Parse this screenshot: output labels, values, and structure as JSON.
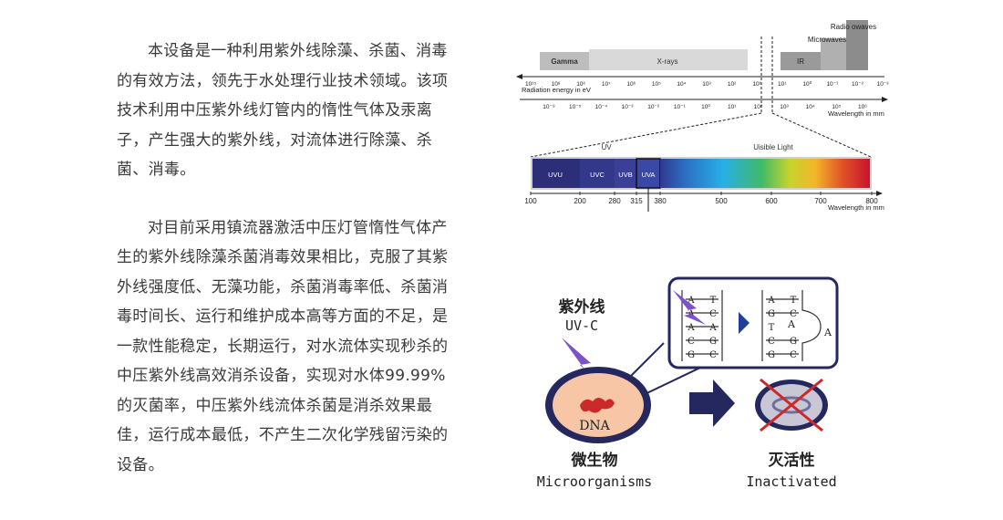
{
  "paragraphs": [
    "本设备是一种利用紫外线除藻、杀菌、消毒的有效方法，领先于水处理行业技术领域。该项技术利用中压紫外线灯管内的惰性气体及汞离子，产生强大的紫外线，对流体进行除藻、杀菌、消毒。",
    "对目前采用镇流器激活中压灯管惰性气体产生的紫外线除藻杀菌消毒效果相比，克服了其紫外线强度低、无藻功能，杀菌消毒率低、杀菌消毒时间长、运行和维护成本高等方面的不足，是一款性能稳定，长期运行，对水流体实现秒杀的中压紫外线高效消杀设备，实现对水体99.99%的灭菌率，中压紫外线流体杀菌是消杀效果最佳，运行成本最低，不产生二次化学残留污染的设备。"
  ],
  "spectrum": {
    "bands": [
      "Gamma",
      "X-rays",
      "IR",
      "Microwaves",
      "Radio owaves"
    ],
    "energy_ticks": [
      "10¹⁵",
      "10⁸",
      "10⁶",
      "10⁷",
      "10⁶",
      "10⁵",
      "10⁴",
      "10³",
      "10²",
      "10¹",
      "10¹",
      "10⁰",
      "10⁻¹",
      "10⁻²",
      "10⁻³"
    ],
    "energy_label": "Radiation energy in eV",
    "wavelength_ticks": [
      "10⁻⁸",
      "10⁻⁵",
      "10⁻⁴",
      "10⁻³",
      "10⁻²",
      "10⁻¹",
      "10⁰",
      "10¹",
      "10²",
      "10³",
      "10⁴",
      "10⁵",
      "10⁶"
    ],
    "wavelength_label": "Wavelength in mm",
    "uv_label": "UV",
    "visible_label": "Uisible Light",
    "segments": [
      "UVU",
      "UVC",
      "UVB",
      "UVA"
    ],
    "nm_ticks": [
      "100",
      "200",
      "280",
      "315",
      "380",
      "500",
      "600",
      "700",
      "800"
    ],
    "nm_label": "Wavelength in mm",
    "colors": {
      "uv_dark": "#2c2f78",
      "gamma": "#bdbdbd",
      "ir": "#9a9a9a"
    }
  },
  "uv_diagram": {
    "uv_cn": "紫外线",
    "uv_en": "UV-C",
    "dna_label": "DNA",
    "micro_cn": "微生物",
    "micro_en": "Microorganisms",
    "inact_cn": "灭活性",
    "inact_en": "Inactivated",
    "strand_left_a": [
      "A",
      "A",
      "A",
      "C",
      "G"
    ],
    "strand_left_b": [
      "T",
      "C",
      "A",
      "G",
      "C"
    ],
    "strand_right_a": [
      "A",
      "G",
      "T",
      "C",
      "G"
    ],
    "strand_right_b": [
      "T",
      "C",
      "A",
      "G",
      "C"
    ],
    "loop_letter": "A",
    "colors": {
      "navy": "#24285e",
      "purple": "#7b52c9",
      "cell": "#f6c6a6",
      "red": "#cc2a2a"
    }
  }
}
